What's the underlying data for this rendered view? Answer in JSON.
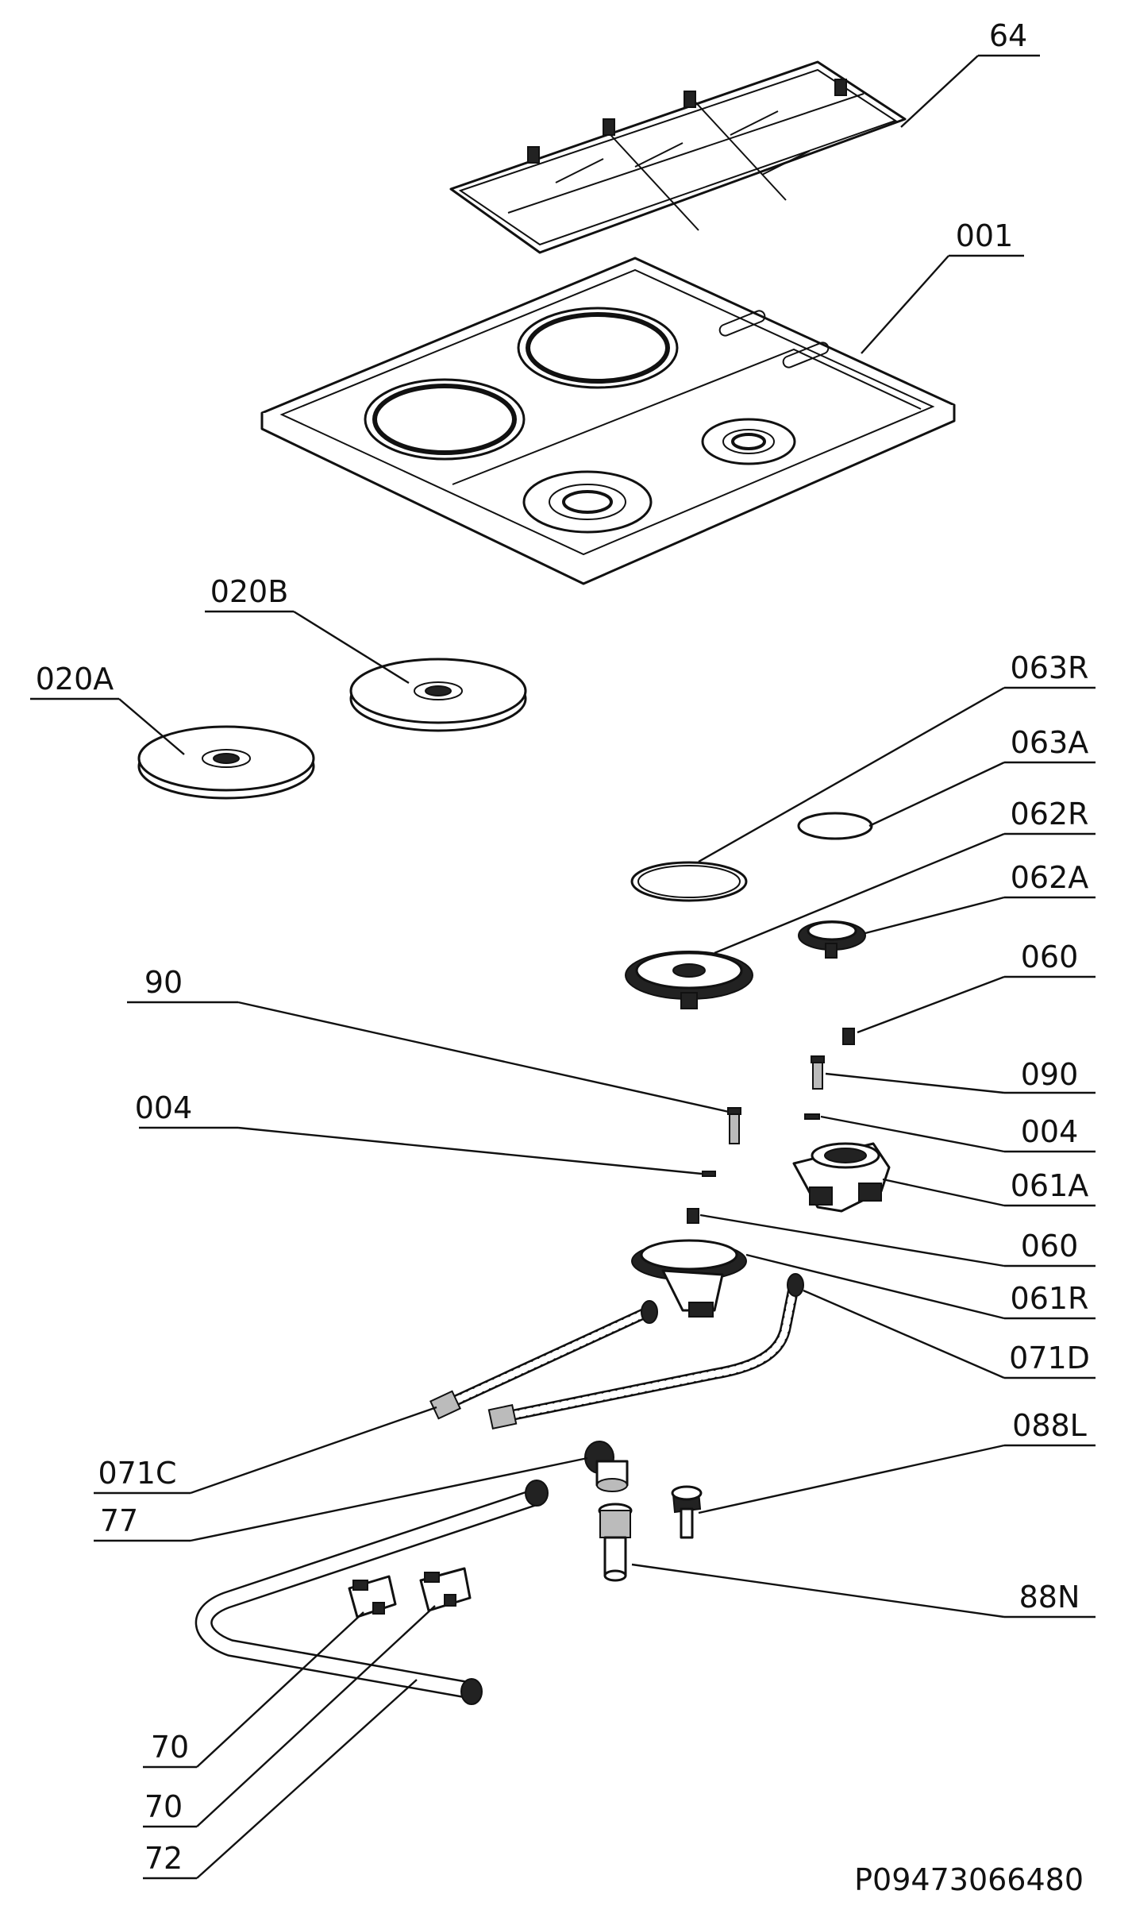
{
  "labels": {
    "p64": "64",
    "p001": "001",
    "p020B": "020B",
    "p020A": "020A",
    "p063R": "063R",
    "p063A": "063A",
    "p062R": "062R",
    "p062A": "062A",
    "p060_top": "060",
    "p090": "090",
    "p90": "90",
    "p004_left": "004",
    "p004_right": "004",
    "p061A": "061A",
    "p060_mid": "060",
    "p061R": "061R",
    "p071D": "071D",
    "p071C": "071C",
    "p088L": "088L",
    "p77": "77",
    "p88N": "88N",
    "p70_a": "70",
    "p70_b": "70",
    "p72": "72"
  },
  "drawing_code": "P09473066480"
}
